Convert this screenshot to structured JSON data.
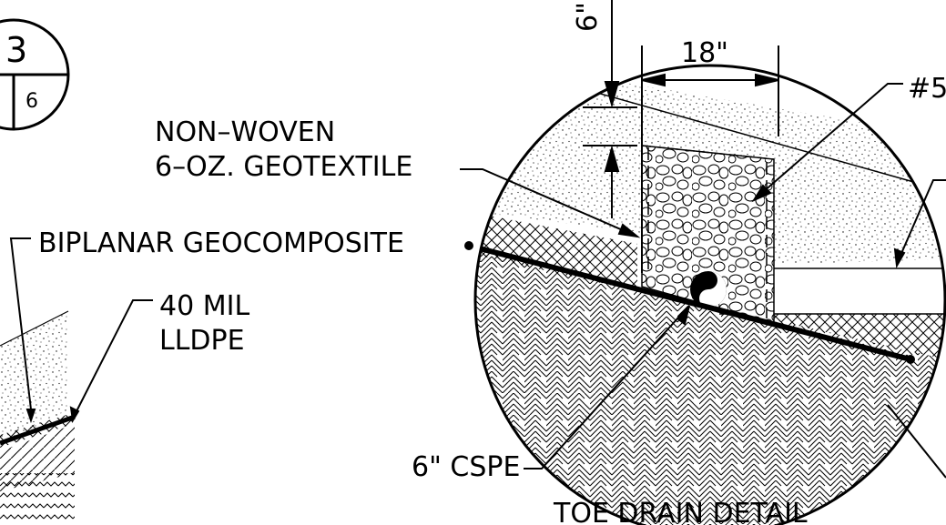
{
  "section_callout": {
    "number": "3",
    "sheet": "6"
  },
  "labels": {
    "geotextile_line1": "NON–WOVEN",
    "geotextile_line2": "6–OZ. GEOTEXTILE",
    "geocomposite": "BIPLANAR GEOCOMPOSITE",
    "liner_line1": "40 MIL",
    "liner_line2": "LLDPE",
    "pipe": "6\"  CSPE",
    "detail_title": "TOE DRAIN DETAIL",
    "dim_width": "18\"",
    "dim_depth": "6\"",
    "stone_ref": "#5"
  },
  "colors": {
    "ink": "#000000",
    "paper": "#ffffff"
  }
}
